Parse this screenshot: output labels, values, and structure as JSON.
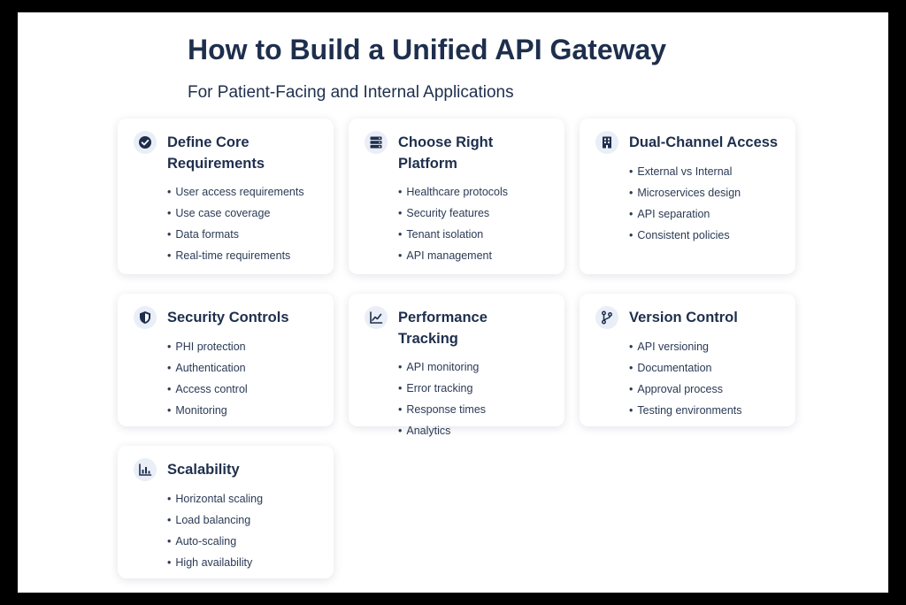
{
  "header": {
    "title": "How to Build a Unified API Gateway",
    "subtitle": "For Patient-Facing and Internal Applications"
  },
  "colors": {
    "heading": "#1e2f4d",
    "icon": "#1e2f4d",
    "icon_badge": "#e9eef7",
    "card_background": "#ffffff",
    "frame": "#000000"
  },
  "cards": [
    {
      "icon": "check-circle-icon",
      "title": "Define Core Requirements",
      "items": [
        "User access requirements",
        "Use case coverage",
        "Data formats",
        "Real-time requirements"
      ]
    },
    {
      "icon": "server-icon",
      "title": "Choose Right Platform",
      "items": [
        "Healthcare protocols",
        "Security features",
        "Tenant isolation",
        "API management"
      ]
    },
    {
      "icon": "building-icon",
      "title": "Dual-Channel Access",
      "items": [
        "External vs Internal",
        "Microservices design",
        "API separation",
        "Consistent policies"
      ]
    },
    {
      "icon": "shield-icon",
      "title": "Security Controls",
      "items": [
        "PHI protection",
        "Authentication",
        "Access control",
        "Monitoring"
      ]
    },
    {
      "icon": "line-chart-icon",
      "title": "Performance Tracking",
      "items": [
        "API monitoring",
        "Error tracking",
        "Response times",
        "Analytics"
      ]
    },
    {
      "icon": "git-branch-icon",
      "title": "Version Control",
      "items": [
        "API versioning",
        "Documentation",
        "Approval process",
        "Testing environments"
      ]
    },
    {
      "icon": "bar-chart-icon",
      "title": "Scalability",
      "items": [
        "Horizontal scaling",
        "Load balancing",
        "Auto-scaling",
        "High availability"
      ]
    }
  ]
}
